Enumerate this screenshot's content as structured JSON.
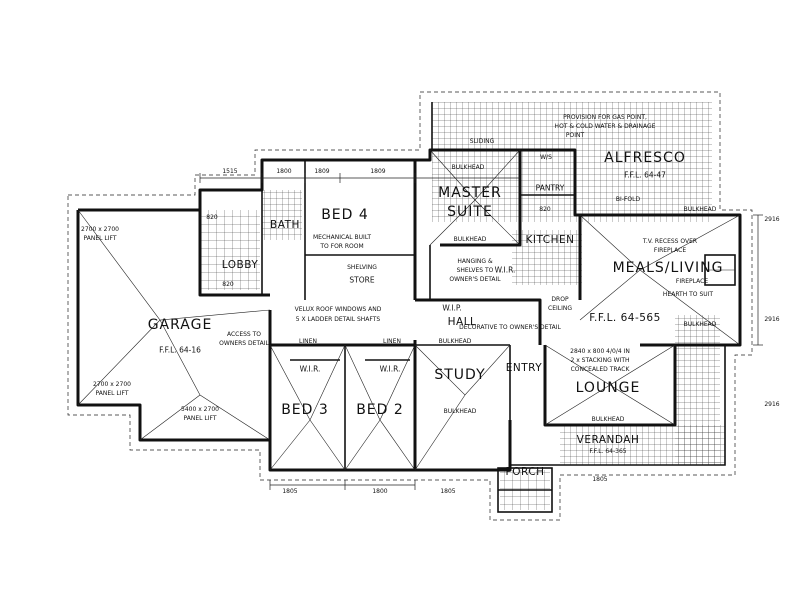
{
  "rooms": {
    "garage": "GARAGE",
    "garage_ffl": "F.F.L. 64-16",
    "master_suite_1": "MASTER",
    "master_suite_2": "SUITE",
    "meals_living": "MEALS/LIVING",
    "living_ffl": "F.F.L. 64-565",
    "alfresco": "ALFRESCO",
    "alfresco_ffl": "F.F.L. 64-47",
    "bed3": "BED 3",
    "bed2": "BED 2",
    "bed4": "BED 4",
    "study": "STUDY",
    "lounge": "LOUNGE",
    "verandah": "VERANDAH",
    "verandah_ffl": "F.F.L. 64-365",
    "porch": "PORCH",
    "entry": "ENTRY",
    "hall": "HALL",
    "kitchen": "KITCHEN",
    "pantry": "PANTRY",
    "bath": "BATH",
    "lobby": "LOBBY",
    "store": "STORE",
    "wip_master": "W.I.P.",
    "wip_kitchen": "W.I.R.",
    "wip_bed3": "W.I.R.",
    "wip_bed2": "W.I.R.",
    "linen1": "LINEN",
    "linen2": "LINEN",
    "shelving": "SHELVING"
  },
  "notes": {
    "velux": "VELUX ROOF WINDOWS AND",
    "velux2": "5 X LADDER DETAIL SHAFTS",
    "alfresco_gas": "PROVISION FOR GAS POINT,",
    "alfresco_water": "HOT & COLD WATER & DRAINAGE",
    "alfresco_point": "POINT",
    "tv_recess": "T.V. RECESS OVER",
    "fireplace": "FIREPLACE",
    "fireplace2": "FIREPLACE",
    "hearth": "HEARTH TO SUIT",
    "drop_ceiling": "DROP",
    "drop_ceiling2": "CEILING",
    "garage_door1": "2700 x 2700",
    "garage_door1b": "PANEL LIFT",
    "garage_door2": "2700 x 2700",
    "garage_door2b": "PANEL LIFT",
    "garage_door3": "5400 x 2700",
    "garage_door3b": "PANEL LIFT",
    "access_detail": "ACCESS TO",
    "access_detail2": "OWNERS DETAIL",
    "hanging": "HANGING &",
    "hanging2": "SHELVES TO",
    "hanging3": "OWNER'S DETAIL",
    "decorative": "DECORATIVE TO OWNER'S DETAIL",
    "lounge_door": "2840 x 800 4/0/4 IN",
    "lounge_door2": "2 x STACKING WITH",
    "lounge_door3": "CONCEALED TRACK",
    "mechanical": "MECHANICAL BUILT",
    "mechanical2": "TO FOR ROOM",
    "bulkhead1": "BULKHEAD",
    "bulkhead2": "BULKHEAD",
    "bulkhead3": "BULKHEAD",
    "bulkhead4": "BULKHEAD",
    "bulkhead5": "BULKHEAD",
    "bulkhead6": "BULKHEAD",
    "bulkhead7": "BULKHEAD",
    "sliding": "SLIDING",
    "bifold": "BI-FOLD",
    "ws": "W/S"
  },
  "dims": [
    "1515",
    "1800",
    "1809",
    "1809",
    "1805",
    "1800",
    "1805",
    "1805",
    "2916",
    "2916",
    "2916",
    "820",
    "820",
    "820"
  ],
  "colors": {
    "ink": "#111111",
    "paper": "#ffffff"
  }
}
